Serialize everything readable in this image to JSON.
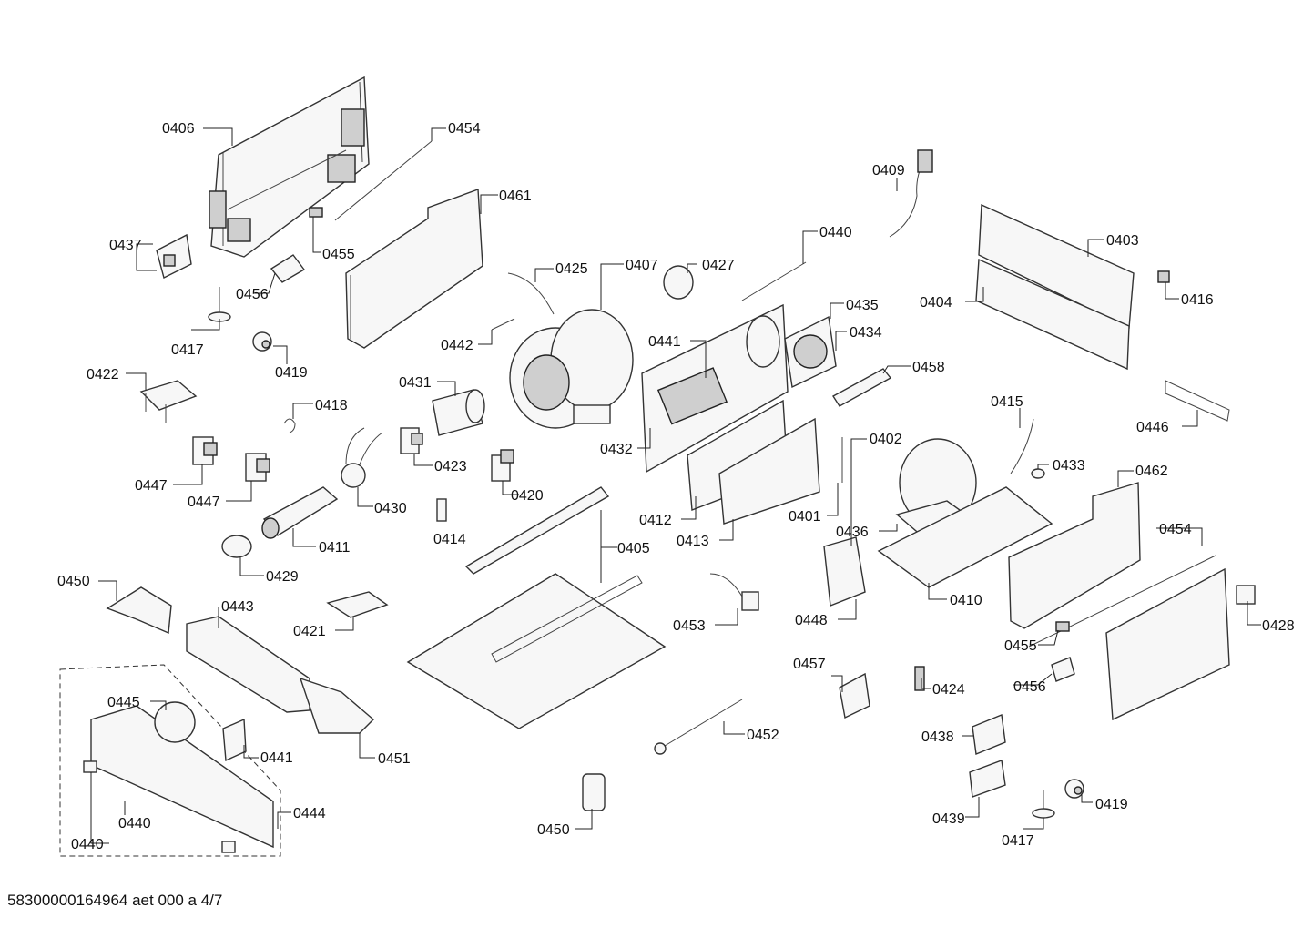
{
  "document_id": "58300000164964 aet 000 a 4/7",
  "labels": {
    "l0406": "0406",
    "l0454a": "0454",
    "l0461": "0461",
    "l0437": "0437",
    "l0455a": "0455",
    "l0456a": "0456",
    "l0417a": "0417",
    "l0419a": "0419",
    "l0422": "0422",
    "l0418": "0418",
    "l0447a": "0447",
    "l0447b": "0447",
    "l0411": "0411",
    "l0430": "0430",
    "l0429": "0429",
    "l0431": "0431",
    "l0423": "0423",
    "l0414": "0414",
    "l0420": "0420",
    "l0425": "0425",
    "l0407": "0407",
    "l0442": "0442",
    "l0427": "0427",
    "l0440a": "0440",
    "l0441a": "0441",
    "l0432": "0432",
    "l0435": "0435",
    "l0434": "0434",
    "l0458": "0458",
    "l0409": "0409",
    "l0403": "0403",
    "l0404": "0404",
    "l0416": "0416",
    "l0446": "0446",
    "l0415": "0415",
    "l0433": "0433",
    "l0462": "0462",
    "l0402": "0402",
    "l0412": "0412",
    "l0413": "0413",
    "l0401": "0401",
    "l0436": "0436",
    "l0410": "0410",
    "l0454b": "0454",
    "l0448": "0448",
    "l0453": "0453",
    "l0405": "0405",
    "l0421": "0421",
    "l0450a": "0450",
    "l0443": "0443",
    "l0445": "0445",
    "l0441b": "0441",
    "l0451": "0451",
    "l0440b": "0440",
    "l0440c": "0440",
    "l0444": "0444",
    "l0450b": "0450",
    "l0452": "0452",
    "l0457": "0457",
    "l0424": "0424",
    "l0455b": "0455",
    "l0456b": "0456",
    "l0428": "0428",
    "l0438": "0438",
    "l0439": "0439",
    "l0417b": "0417",
    "l0419b": "0419"
  }
}
